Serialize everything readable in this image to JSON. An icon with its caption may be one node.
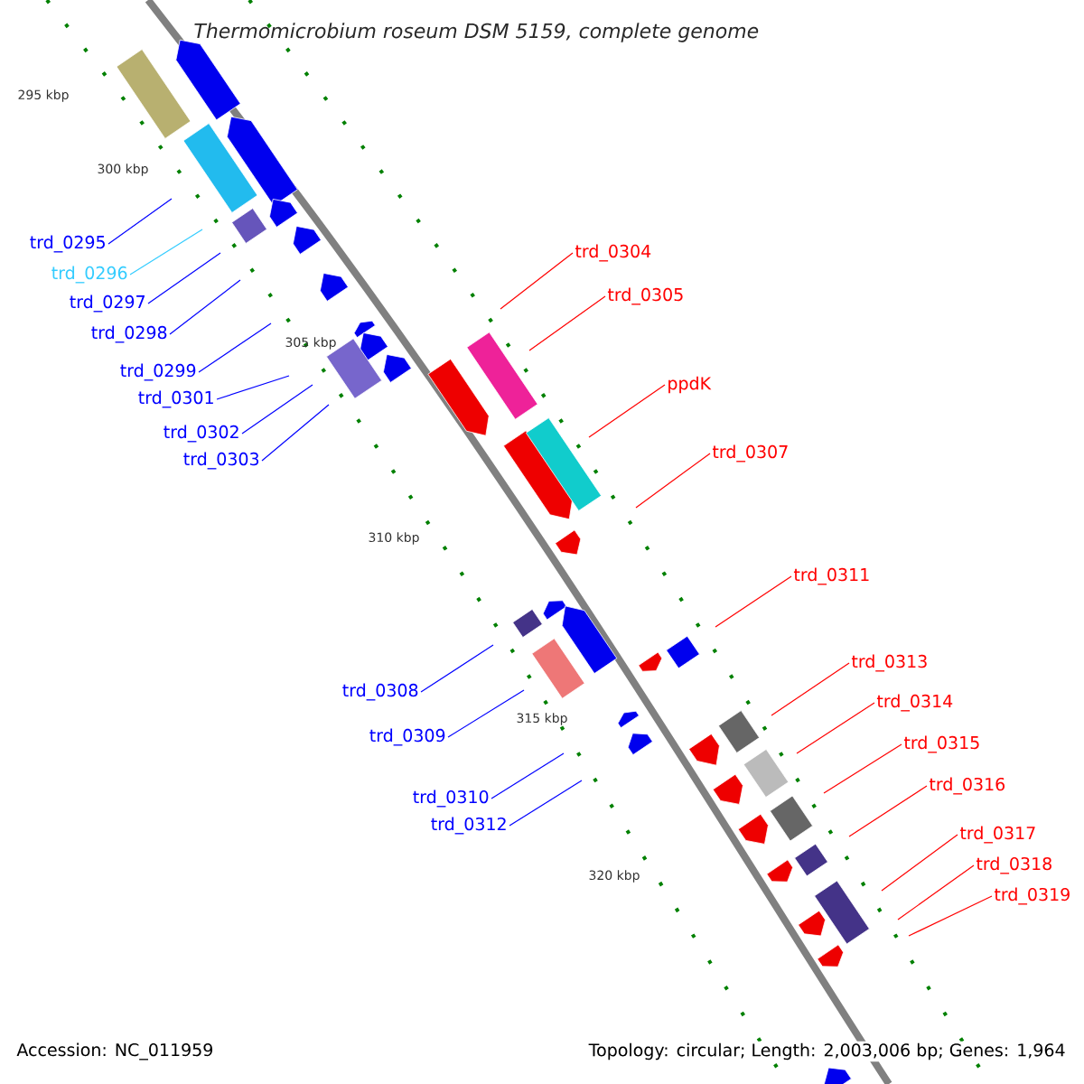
{
  "diagram": {
    "title": "Thermomicrobium roseum DSM 5159, complete genome",
    "nodes": [
      {
        "text": [
          "trd_0295"
        ]
      },
      {
        "text": [
          "trd_0296"
        ]
      },
      {
        "text": [
          "trd_0297"
        ]
      },
      {
        "text": [
          "trd_0298"
        ]
      },
      {
        "text": [
          "trd_0299"
        ]
      },
      {
        "text": [
          "trd_0301"
        ]
      },
      {
        "text": [
          "trd_0302"
        ]
      },
      {
        "text": [
          "trd_0303"
        ]
      },
      {
        "text": [
          "trd_0308"
        ]
      },
      {
        "text": [
          "trd_0309"
        ]
      },
      {
        "text": [
          "trd_0310"
        ]
      },
      {
        "text": [
          "trd_0312"
        ]
      },
      {
        "text": [
          "trd_0304"
        ]
      },
      {
        "text": [
          "trd_0305"
        ]
      },
      {
        "text": [
          "ppdK"
        ]
      },
      {
        "text": [
          "trd_0307"
        ]
      },
      {
        "text": [
          "trd_0311"
        ]
      },
      {
        "text": [
          "trd_0313"
        ]
      },
      {
        "text": [
          "trd_0314"
        ]
      },
      {
        "text": [
          "trd_0315"
        ]
      },
      {
        "text": [
          "trd_0316"
        ]
      },
      {
        "text": [
          "trd_0317"
        ]
      },
      {
        "text": [
          "trd_0318"
        ]
      },
      {
        "text": [
          "trd_0319"
        ]
      }
    ],
    "edges": [
      {
        "from": 0,
        "to": null,
        "arrow": "none",
        "color": "#0000ff"
      },
      {
        "from": 1,
        "to": null,
        "arrow": "none",
        "color": "#33ccff"
      },
      {
        "from": 2,
        "to": null,
        "arrow": "none",
        "color": "#0000ff"
      },
      {
        "from": 3,
        "to": null,
        "arrow": "none",
        "color": "#0000ff"
      },
      {
        "from": 4,
        "to": null,
        "arrow": "none",
        "color": "#0000ff"
      },
      {
        "from": 5,
        "to": null,
        "arrow": "none",
        "color": "#0000ff"
      },
      {
        "from": 6,
        "to": null,
        "arrow": "none",
        "color": "#0000ff"
      },
      {
        "from": 7,
        "to": null,
        "arrow": "none",
        "color": "#0000ff"
      },
      {
        "from": 8,
        "to": null,
        "arrow": "none",
        "color": "#0000ff"
      },
      {
        "from": 9,
        "to": null,
        "arrow": "none",
        "color": "#0000ff"
      },
      {
        "from": 10,
        "to": null,
        "arrow": "none",
        "color": "#0000ff"
      },
      {
        "from": 11,
        "to": null,
        "arrow": "none",
        "color": "#0000ff"
      },
      {
        "from": 12,
        "to": null,
        "arrow": "none",
        "color": "#ff0000"
      },
      {
        "from": 13,
        "to": null,
        "arrow": "none",
        "color": "#ff0000"
      },
      {
        "from": 14,
        "to": null,
        "arrow": "none",
        "color": "#ff0000"
      },
      {
        "from": 15,
        "to": null,
        "arrow": "none",
        "color": "#ff0000"
      },
      {
        "from": 16,
        "to": null,
        "arrow": "none",
        "color": "#ff0000"
      },
      {
        "from": 17,
        "to": null,
        "arrow": "none",
        "color": "#ff0000"
      },
      {
        "from": 18,
        "to": null,
        "arrow": "none",
        "color": "#ff0000"
      },
      {
        "from": 19,
        "to": null,
        "arrow": "none",
        "color": "#ff0000"
      },
      {
        "from": 20,
        "to": null,
        "arrow": "none",
        "color": "#ff0000"
      },
      {
        "from": 21,
        "to": null,
        "arrow": "none",
        "color": "#ff0000"
      },
      {
        "from": 22,
        "to": null,
        "arrow": "none",
        "color": "#ff0000"
      },
      {
        "from": 23,
        "to": null,
        "arrow": "none",
        "color": "#ff0000"
      }
    ],
    "labels": [
      "295 kbp",
      "300 kbp",
      "305 kbp",
      "310 kbp",
      "315 kbp",
      "320 kbp",
      "Accession: NC_011959",
      "Topology: circular; Length: 2,003,006 bp; Genes: 1,964"
    ]
  }
}
